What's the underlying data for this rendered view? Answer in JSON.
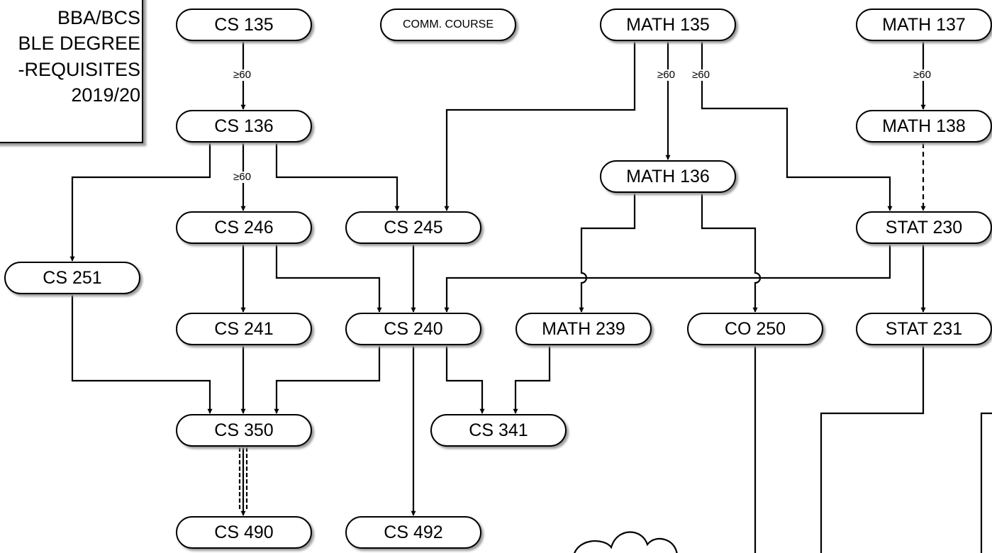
{
  "title": {
    "lines": [
      "BBA/BCS",
      "BLE DEGREE",
      "-REQUISITES",
      "2019/20"
    ]
  },
  "courses": {
    "cs135": "CS 135",
    "comm": "COMM. COURSE",
    "math135": "MATH 135",
    "math137": "MATH 137",
    "cs136": "CS 136",
    "math138": "MATH 138",
    "math136": "MATH 136",
    "cs246": "CS 246",
    "cs245": "CS 245",
    "stat230": "STAT 230",
    "cs251": "CS 251",
    "cs241": "CS 241",
    "cs240": "CS 240",
    "math239": "MATH 239",
    "co250": "CO 250",
    "stat231": "STAT 231",
    "cs350": "CS 350",
    "cs341": "CS 341",
    "cs490": "CS 490",
    "cs492": "CS 492"
  },
  "grade_requirements": {
    "cs135_to_cs136": "≥60",
    "math135_to_math136": "≥60",
    "math135_to_stat230": "≥60",
    "math137_to_math138": "≥60",
    "cs136_to_cs246": "≥60"
  }
}
